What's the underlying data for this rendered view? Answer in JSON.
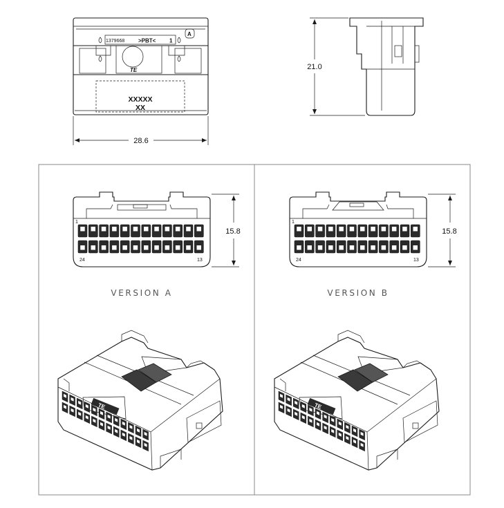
{
  "front_view": {
    "part_number": "1379668",
    "material": ">PBT<",
    "pin_one": "1",
    "revision": "A",
    "logo": "TE",
    "marking_line1": "XXXXX",
    "marking_line2": "XX",
    "width_dim": "28.6"
  },
  "side_view": {
    "height_dim": "21.0"
  },
  "panels": [
    {
      "height_dim": "15.8",
      "label": "VERSION A",
      "pin_first": "1",
      "pin_last_bottom": "24",
      "pin_last_top": "13"
    },
    {
      "height_dim": "15.8",
      "label": "VERSION B",
      "pin_first": "1",
      "pin_last_bottom": "24",
      "pin_last_top": "13"
    }
  ],
  "iso_logo": "TE",
  "colors": {
    "line": "#1a1a1a",
    "panel_border": "#888888",
    "label_gray": "#555555"
  }
}
